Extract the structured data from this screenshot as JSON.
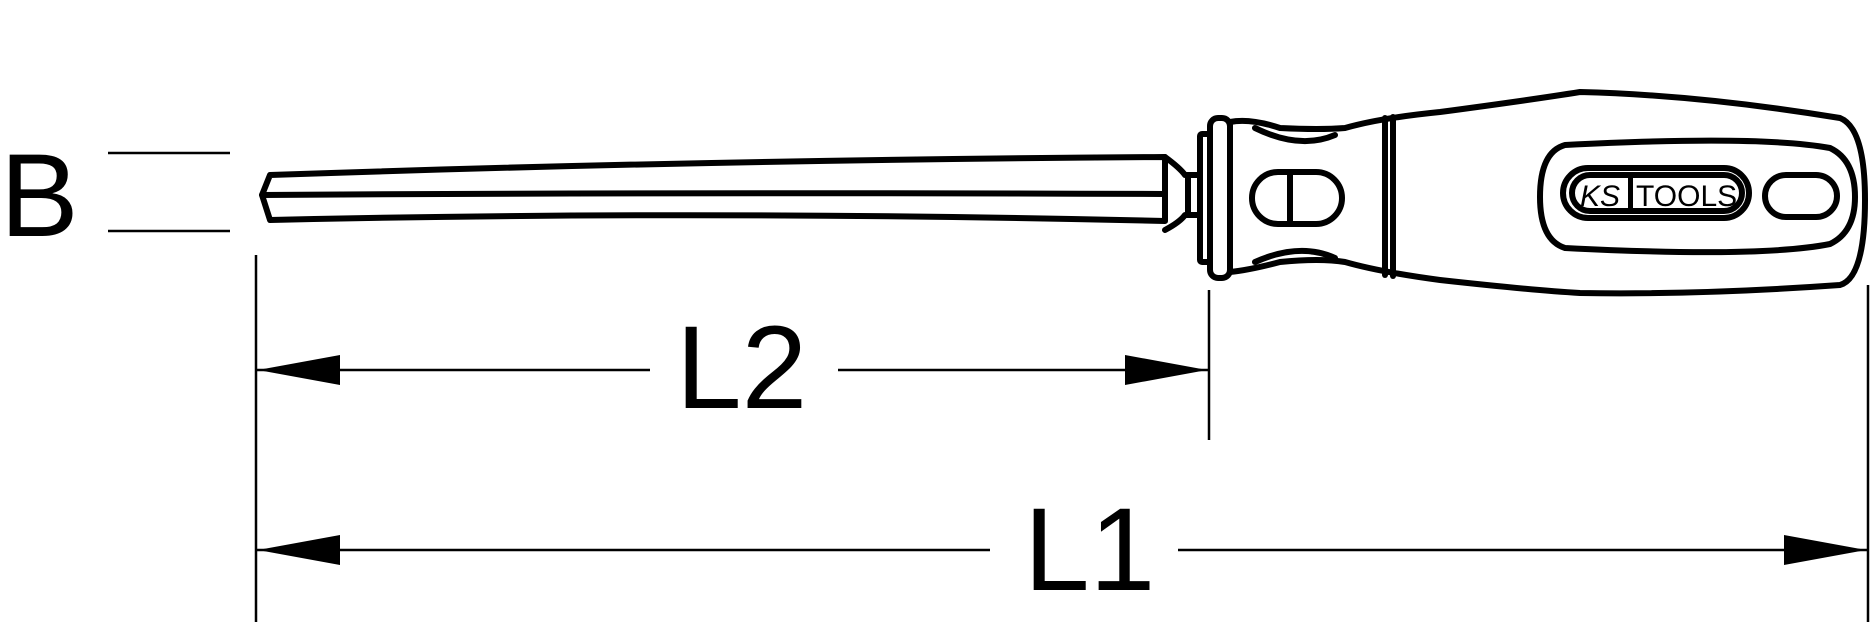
{
  "diagram": {
    "subject": "triangular file with handle",
    "brand_logo": {
      "prefix": "KS",
      "suffix": "TOOLS"
    },
    "dimensions": {
      "width_label": "B",
      "blade_length_label": "L2",
      "overall_length_label": "L1"
    },
    "colors": {
      "line": "#000000",
      "background": "#ffffff"
    }
  }
}
